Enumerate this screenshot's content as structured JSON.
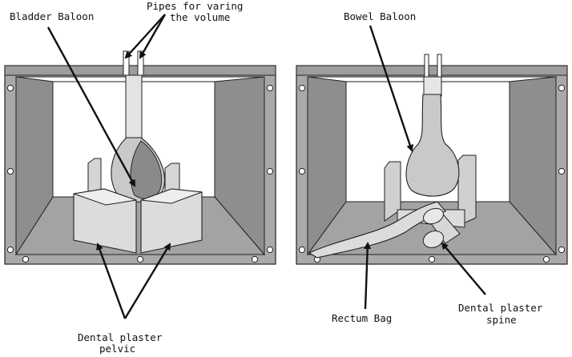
{
  "labels": {
    "bladder_balloon": "Bladder Baloon",
    "pipes_line1": "Pipes for varing",
    "pipes_line2": "the volume",
    "bowel_balloon": "Bowel Baloon",
    "pelvic_line1": "Dental plaster",
    "pelvic_line2": "pelvic",
    "rectum_bag": "Rectum Bag",
    "spine_line1": "Dental plaster",
    "spine_line2": "spine"
  },
  "colors": {
    "frame": "#a9a9a9",
    "wall": "#8e8e8e",
    "floor": "#a3a3a3",
    "plaster": "#dcdcdc",
    "balloon_light": "#c9c9c9",
    "balloon_dark": "#8a8a8a",
    "outline": "#222222"
  }
}
